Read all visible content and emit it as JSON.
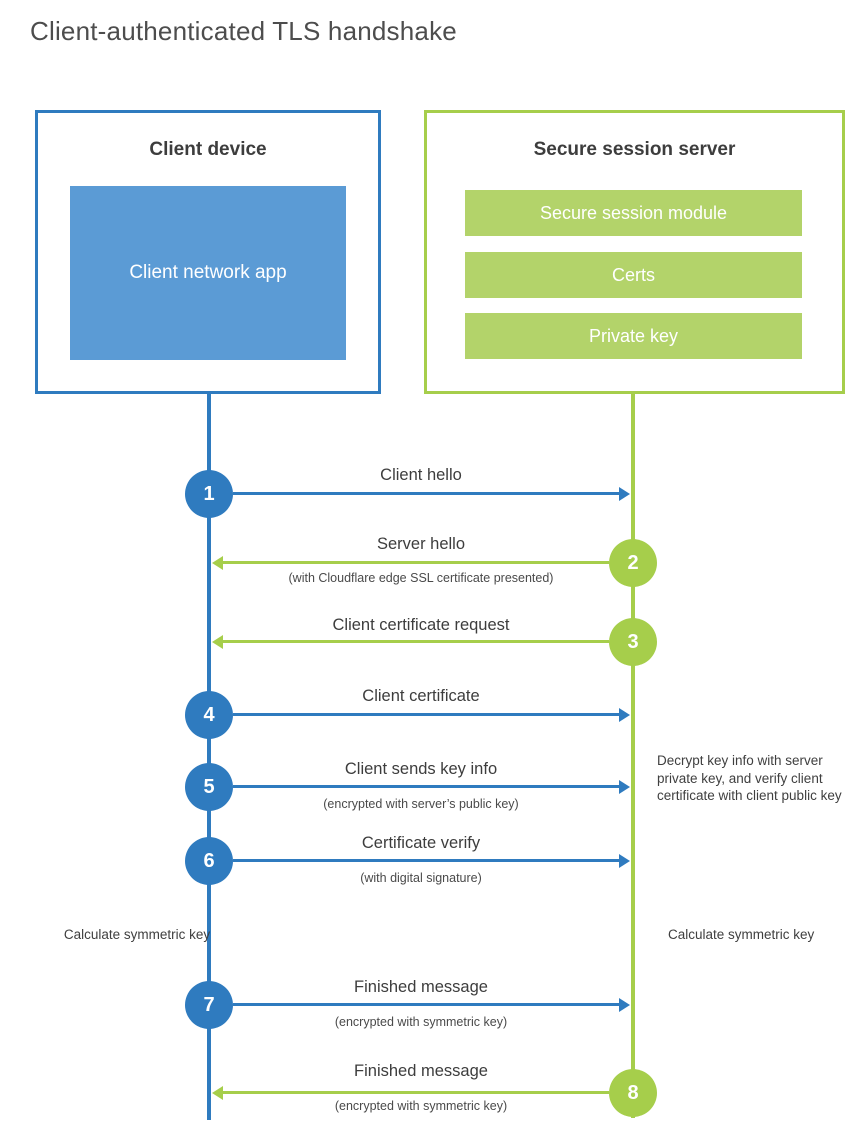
{
  "title": "Client-authenticated TLS handshake",
  "colors": {
    "client_blue": "#2f7bbf",
    "client_fill_blue": "#5b9bd5",
    "server_green": "#a6ce4b",
    "server_fill_green": "#b3d36a",
    "text_dark": "#3d3d3d"
  },
  "client": {
    "title": "Client device",
    "app": "Client network app"
  },
  "server": {
    "title": "Secure session server",
    "modules": [
      "Secure session module",
      "Certs",
      "Private key"
    ]
  },
  "steps": [
    {
      "num": "1",
      "label": "Client hello",
      "sublabel": ""
    },
    {
      "num": "2",
      "label": "Server hello",
      "sublabel": "(with Cloudflare edge SSL certificate presented)"
    },
    {
      "num": "3",
      "label": "Client certificate request",
      "sublabel": ""
    },
    {
      "num": "4",
      "label": "Client certificate",
      "sublabel": ""
    },
    {
      "num": "5",
      "label": "Client sends key info",
      "sublabel": "(encrypted with server’s public key)"
    },
    {
      "num": "6",
      "label": "Certificate verify",
      "sublabel": "(with digital signature)"
    },
    {
      "num": "7",
      "label": "Finished message",
      "sublabel": "(encrypted with symmetric key)"
    },
    {
      "num": "8",
      "label": "Finished message",
      "sublabel": "(encrypted with symmetric key)"
    }
  ],
  "notes": {
    "decrypt": "Decrypt key info with server private key, and verify client certificate with client public key",
    "calc_left": "Calculate symmetric key",
    "calc_right": "Calculate symmetric key"
  }
}
